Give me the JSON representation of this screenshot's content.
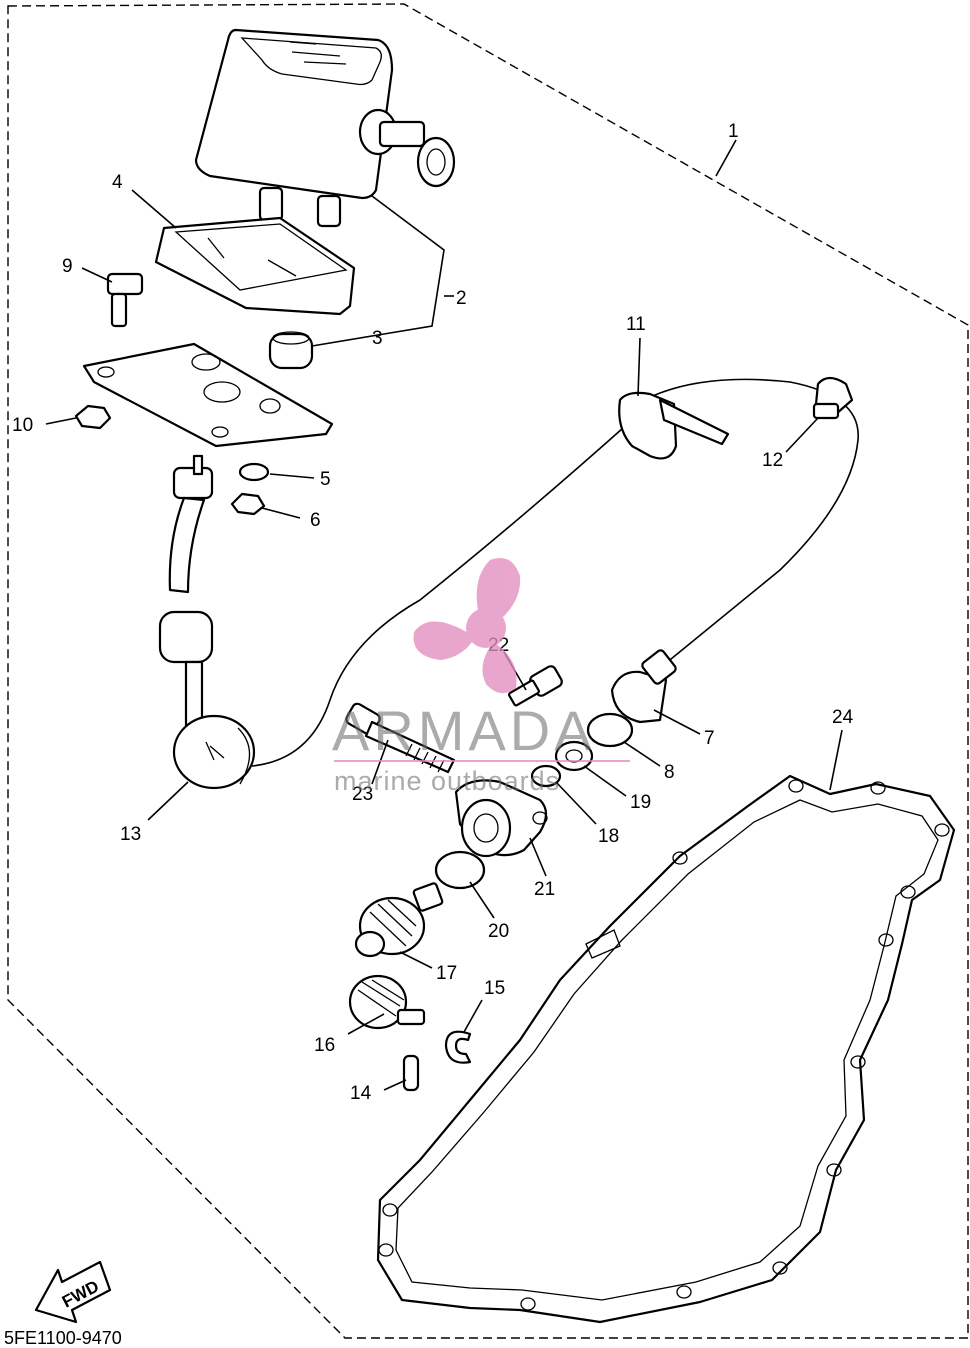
{
  "diagram": {
    "callouts": [
      "1",
      "2",
      "3",
      "4",
      "5",
      "6",
      "7",
      "8",
      "9",
      "10",
      "11",
      "12",
      "13",
      "14",
      "15",
      "16",
      "17",
      "18",
      "19",
      "20",
      "21",
      "22",
      "23",
      "24"
    ],
    "direction_label": "FWD",
    "drawing_code": "5FE1100-9470"
  },
  "watermark": {
    "brand": "ARMADA",
    "tagline": "marine outboards",
    "logo_color": "#e38ec0",
    "text_color": "#6f6f6f"
  },
  "colors": {
    "line": "#000000",
    "background": "#ffffff"
  }
}
